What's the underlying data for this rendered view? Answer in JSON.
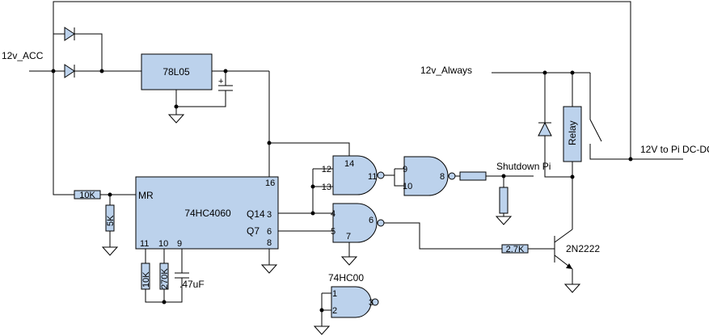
{
  "nets": {
    "acc": "12v_ACC",
    "always": "12v_Always",
    "out": "12V to Pi DC-DC",
    "shutdown": "Shutdown Pi"
  },
  "regulator": {
    "name": "78L05",
    "cap_polarity": "+"
  },
  "counter": {
    "name": "74HC4060",
    "pins": {
      "mr": "MR",
      "q14": "Q14",
      "q7": "Q7"
    },
    "pin_numbers": {
      "vcc": "16",
      "q14": "3",
      "q7": "6",
      "gnd": "8",
      "p11": "11",
      "p10": "10",
      "p9": "9"
    }
  },
  "resistors": {
    "r10k_in": "10K",
    "r5k": "5K",
    "r10k_osc": "10K",
    "r270k": "270K",
    "r27k": "2.7K"
  },
  "capacitor": {
    "osc": ".47uF"
  },
  "gates": {
    "g1": {
      "in1": "12",
      "in2": "13",
      "vcc": "14",
      "out": "11"
    },
    "g2": {
      "in1": "4",
      "in2": "5",
      "gnd": "7",
      "out": "6"
    },
    "g3": {
      "in1": "9",
      "in2": "10",
      "out": "8"
    },
    "g4": {
      "name": "74HC00",
      "in1": "1",
      "in2": "2",
      "out": "3"
    }
  },
  "relay": {
    "name": "Relay"
  },
  "transistor": {
    "name": "2N2222"
  }
}
